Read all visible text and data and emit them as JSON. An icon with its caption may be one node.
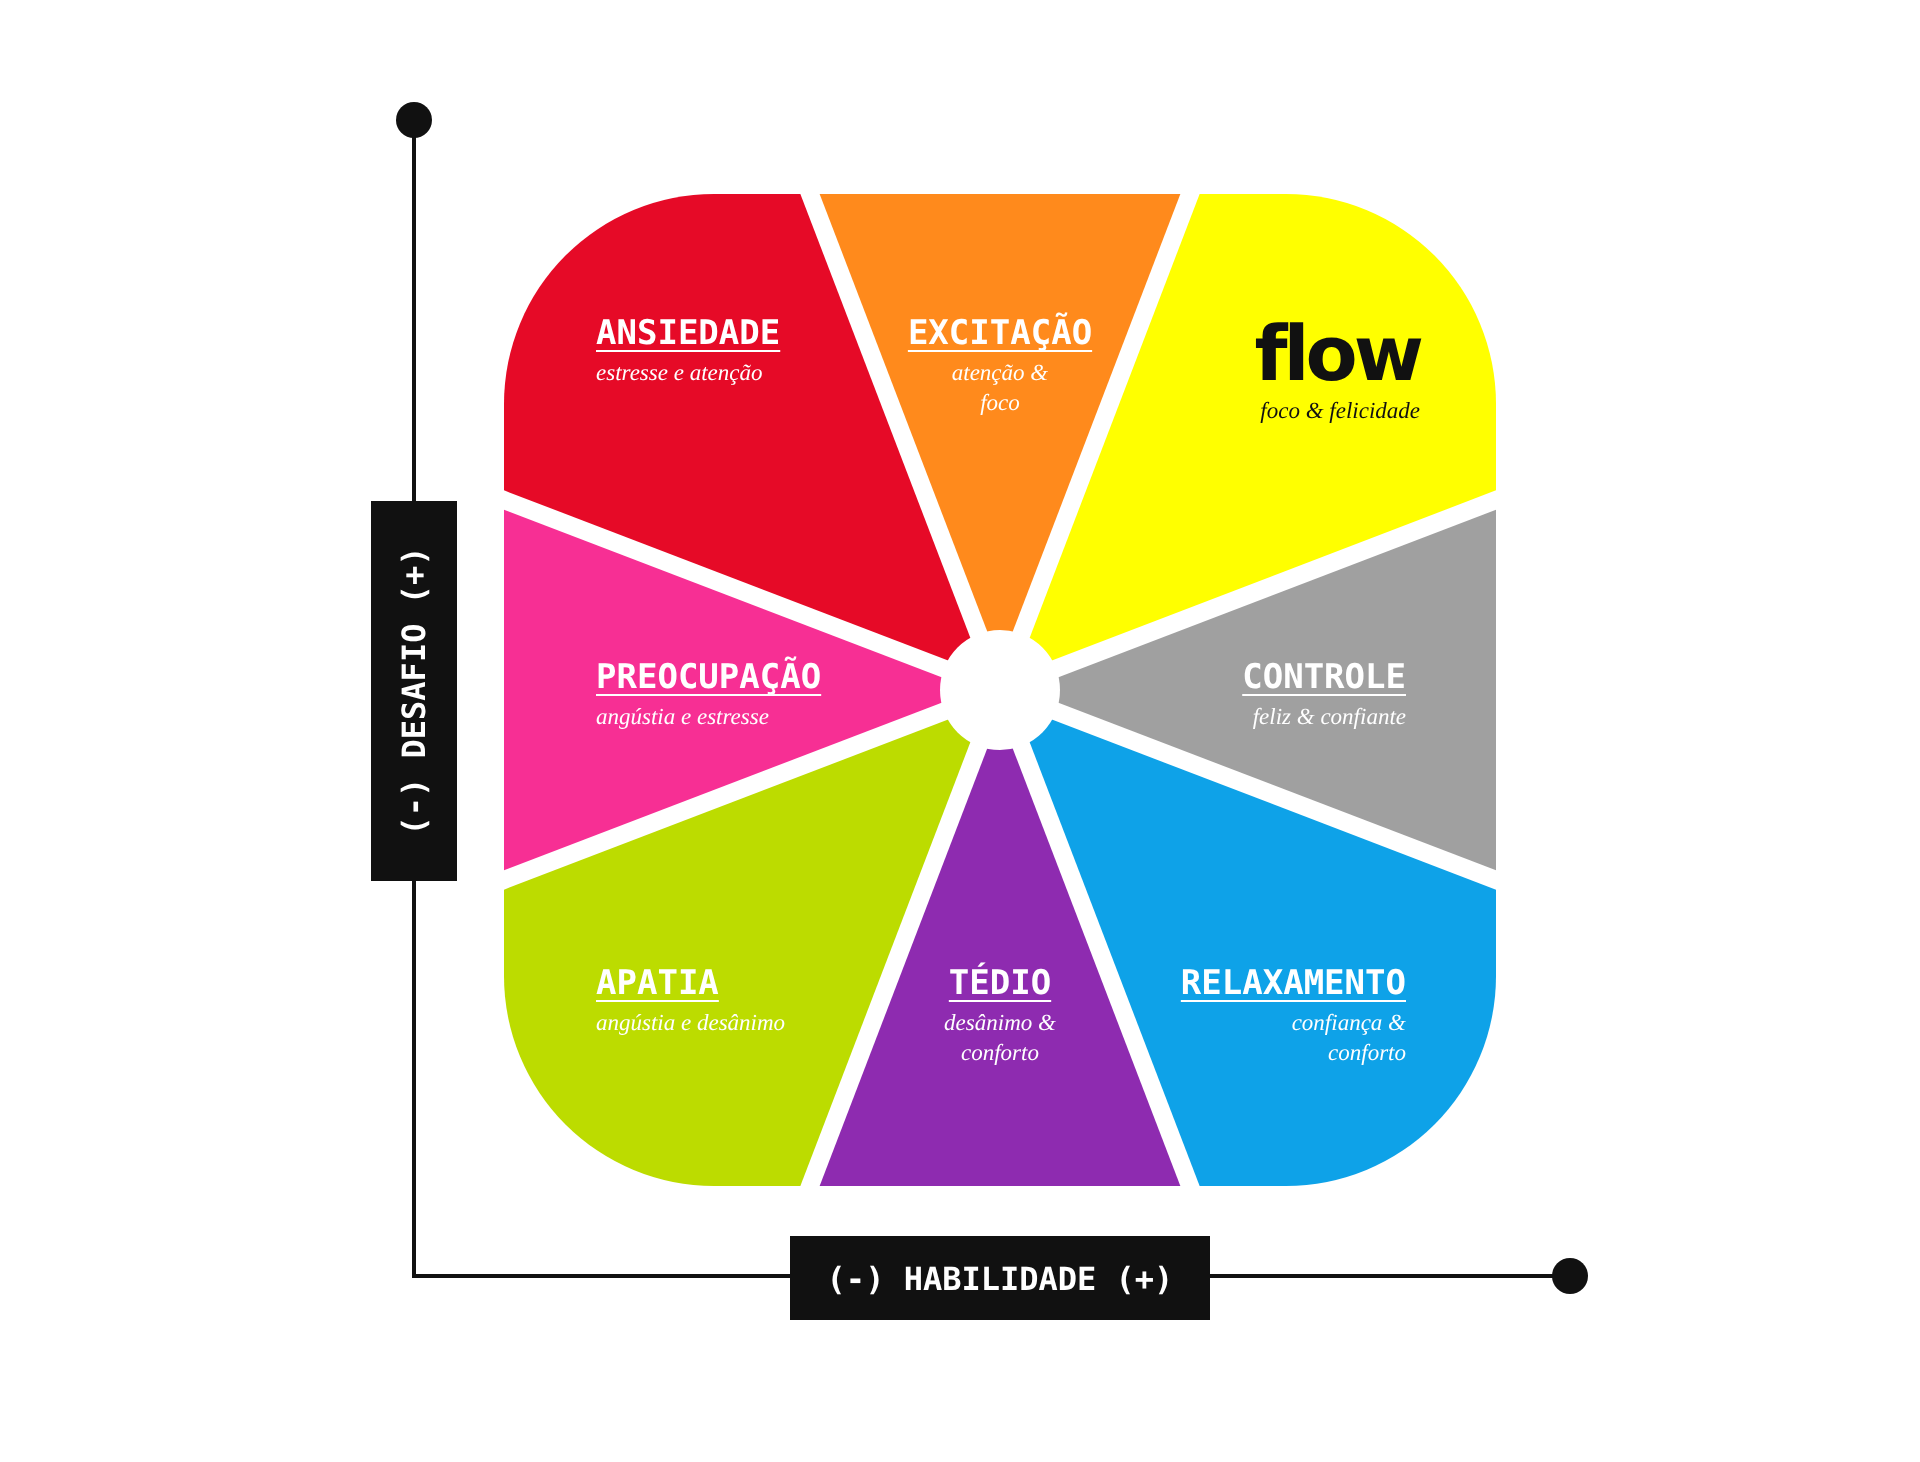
{
  "diagram": {
    "nodes": [
      {
        "text": [
          "ANSIEDADE",
          "estresse e atenção"
        ]
      },
      {
        "text": [
          "EXCITAÇÃO",
          "atenção & foco"
        ]
      },
      {
        "text": [
          "flow",
          "foco & felicidade"
        ]
      },
      {
        "text": [
          "PREOCUPAÇÃO",
          "angústia e estresse"
        ]
      },
      {
        "text": [
          "CONTROLE",
          "feliz & confiante"
        ]
      },
      {
        "text": [
          "APATIA",
          "angústia e desânimo"
        ]
      },
      {
        "text": [
          "TÉDIO",
          "desânimo & conforto"
        ]
      },
      {
        "text": [
          "RELAXAMENTO",
          "confiança & conforto"
        ]
      }
    ],
    "labels": [
      "(-) DESAFIO (+)",
      "(-) HABILIDADE (+)"
    ]
  }
}
